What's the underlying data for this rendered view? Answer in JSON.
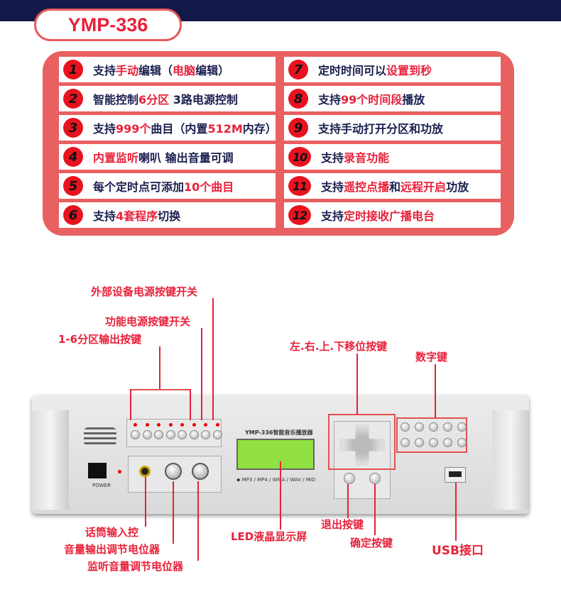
{
  "model": "YMP-336",
  "features": [
    {
      "n": "1",
      "parts": [
        [
          "支持",
          0
        ],
        [
          "手动",
          1
        ],
        [
          "编辑（",
          0
        ],
        [
          "电脑",
          1
        ],
        [
          "编辑）",
          0
        ]
      ]
    },
    {
      "n": "2",
      "parts": [
        [
          "智能控制",
          0
        ],
        [
          "6分区",
          1
        ],
        [
          " 3路电源控制",
          0
        ]
      ]
    },
    {
      "n": "3",
      "parts": [
        [
          "支持",
          0
        ],
        [
          "999个",
          1
        ],
        [
          "曲目（内置",
          0
        ],
        [
          "512M",
          1
        ],
        [
          "内存）",
          0
        ]
      ]
    },
    {
      "n": "4",
      "parts": [
        [
          "内置监听",
          1
        ],
        [
          "喇叭 输出音量可调",
          0
        ]
      ]
    },
    {
      "n": "5",
      "parts": [
        [
          "每个定时点可添加",
          0
        ],
        [
          "10个曲目",
          1
        ]
      ]
    },
    {
      "n": "6",
      "parts": [
        [
          "支持",
          0
        ],
        [
          "4套程序",
          1
        ],
        [
          "切换",
          0
        ]
      ]
    },
    {
      "n": "7",
      "parts": [
        [
          "定时时间可以",
          0
        ],
        [
          "设置到秒",
          1
        ]
      ]
    },
    {
      "n": "8",
      "parts": [
        [
          "支持",
          0
        ],
        [
          "99个时间段",
          1
        ],
        [
          "播放",
          0
        ]
      ]
    },
    {
      "n": "9",
      "parts": [
        [
          "支持手动打开分区和功放",
          0
        ]
      ]
    },
    {
      "n": "10",
      "parts": [
        [
          "支持",
          0
        ],
        [
          "录音功能",
          1
        ]
      ]
    },
    {
      "n": "11",
      "parts": [
        [
          "支持",
          0
        ],
        [
          "遥控点播",
          1
        ],
        [
          "和",
          0
        ],
        [
          "远程开启",
          1
        ],
        [
          "功放",
          0
        ]
      ]
    },
    {
      "n": "12",
      "parts": [
        [
          "支持",
          0
        ],
        [
          "定时接收广播电台",
          1
        ]
      ]
    }
  ],
  "labels": {
    "ext_power": "外部设备电源按键开关",
    "func_power": "功能电源按键开关",
    "zone_keys": "1-6分区输出按键",
    "nav_keys": "左.右.上.下移位按键",
    "num_keys": "数字键",
    "mic1": "话筒输入控",
    "mic2": "音量输出调节电位器",
    "monitor": "监听音量调节电位器",
    "lcd": "LED液晶显示屏",
    "exit": "退出按键",
    "ok": "确定按键",
    "usb": "USB接口"
  },
  "device": {
    "title": "YMP-336智能音乐播放器",
    "formats": "◆ MP3 / MP4 / WMA / WAV / MID",
    "power": "POWER"
  },
  "colors": {
    "accent": "#e8213a",
    "navy": "#131a4a",
    "panel": "#e86060"
  }
}
